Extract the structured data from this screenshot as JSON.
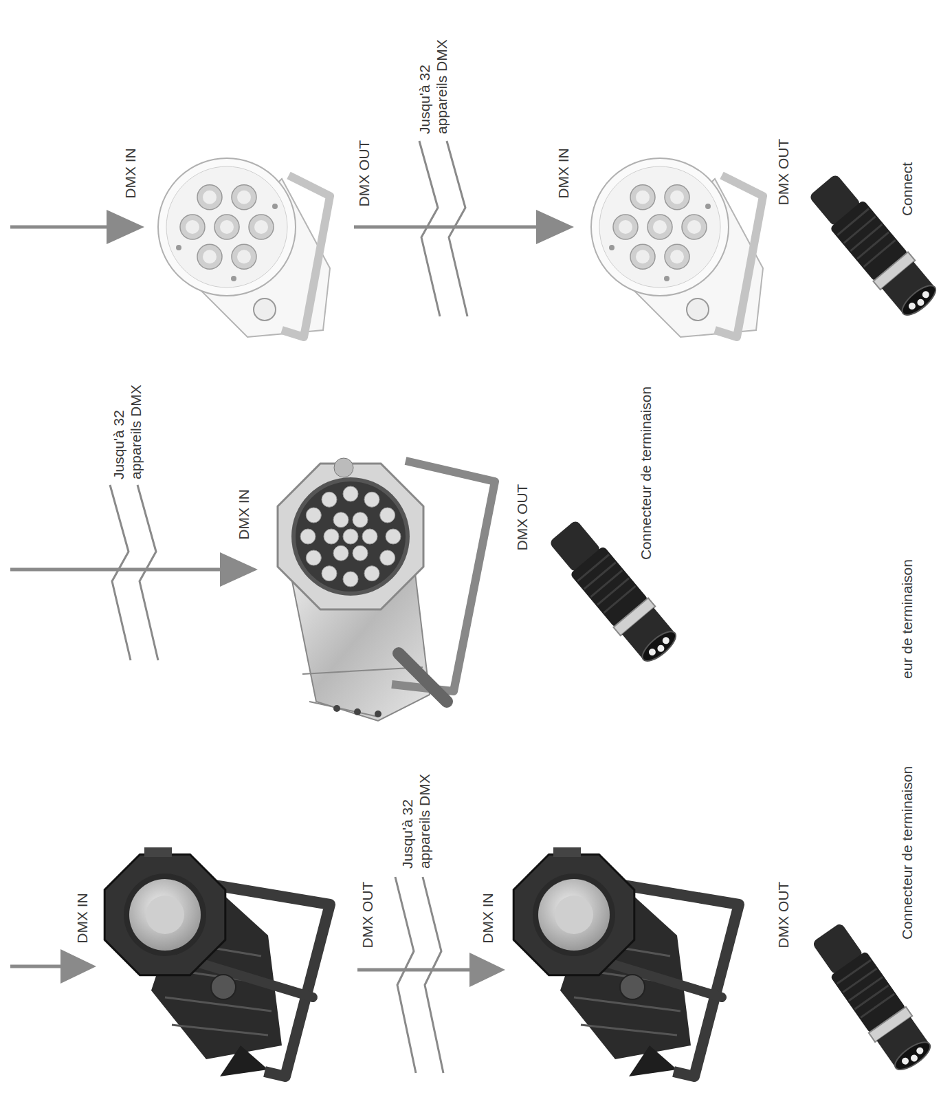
{
  "diagram": {
    "labels": [
      "DMX IN",
      "DMX OUT",
      "Jusqu'à 32 appareils DMX",
      "DMX IN",
      "DMX OUT",
      "Connecteur de terminaison",
      "Jusqu'à 32 appareils DMX",
      "DMX IN",
      "DMX OUT",
      "Connecteur de terminaison",
      "eur de terminaison",
      "DMX IN",
      "DMX OUT",
      "Jusqu'à 32 appareils DMX",
      "DMX IN",
      "DMX OUT",
      "Connect"
    ]
  }
}
